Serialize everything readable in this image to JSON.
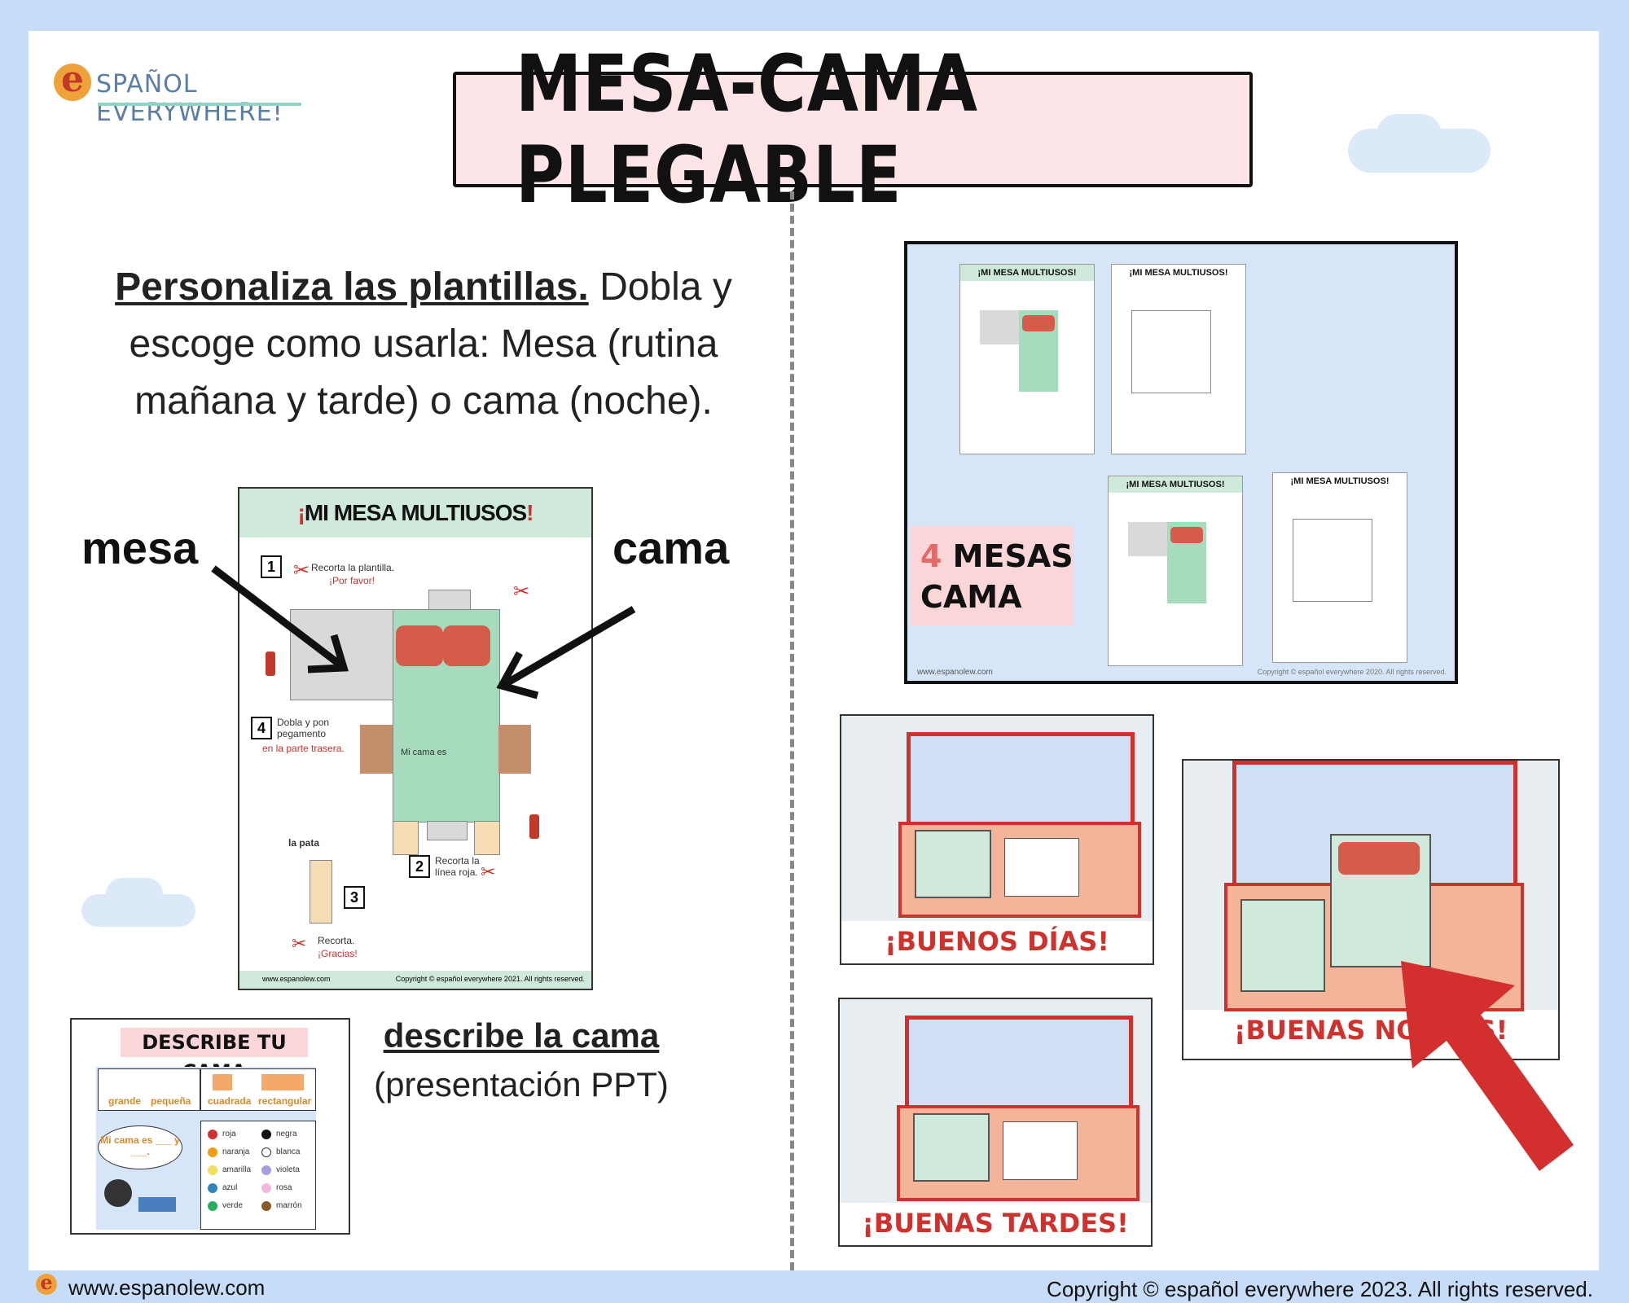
{
  "logo": {
    "mark": "e",
    "text": "SPAÑOL EVERYWHERE!"
  },
  "title": "MESA-CAMA PLEGABLE",
  "intro": {
    "bold_link": "Personaliza las plantillas.",
    "text": " Dobla y escoge como usarla: Mesa (rutina mañana y tarde) o cama (noche)."
  },
  "labels": {
    "mesa": "mesa",
    "cama": "cama"
  },
  "template": {
    "title_prefix": "¡",
    "title_main": "MI MESA MULTIUSOS",
    "title_suffix": "!",
    "step1": "Recorta la plantilla.",
    "step1_red": "¡Por favor!",
    "step2": "Recorta la línea roja.",
    "step3_label": "la pata",
    "step3_note": "Recorta.",
    "step3_red": "¡Gracias!",
    "step4": "Dobla y pon pegamento",
    "step4_red": "en la parte trasera.",
    "bed_text": "Mi cama es",
    "footer_left": "www.espanolew.com",
    "footer_right": "Copyright © español everywhere 2021. All rights reserved."
  },
  "describe_card": {
    "title": "DESCRIBE TU CAMA",
    "words1": [
      "grande",
      "pequeña"
    ],
    "words2": [
      "cuadrada",
      "rectangular"
    ],
    "bubble": "Mi cama es ___ y ___.",
    "colors_left": [
      "roja",
      "naranja",
      "amarilla",
      "azul",
      "verde"
    ],
    "colors_right": [
      "negra",
      "blanca",
      "violeta",
      "rosa",
      "marrón"
    ]
  },
  "describe_link": "describe la cama",
  "describe_sub": "(presentación PPT)",
  "preview": {
    "mini_title": "¡MI MESA MULTIUSOS!",
    "badge_number": "4",
    "badge_line1": " MESAS",
    "badge_line2": "CAMA",
    "footer_left": "www.espanolew.com",
    "footer_right": "Copyright © español everywhere 2020. All rights reserved."
  },
  "photos": [
    {
      "caption": "¡BUENOS DÍAS!"
    },
    {
      "caption": "¡BUENAS TARDES!"
    },
    {
      "caption": "¡BUENAS NOCHES!"
    }
  ],
  "footer": {
    "website": "www.espanolew.com",
    "copyright": "Copyright © español everywhere 2023. All rights reserved."
  }
}
